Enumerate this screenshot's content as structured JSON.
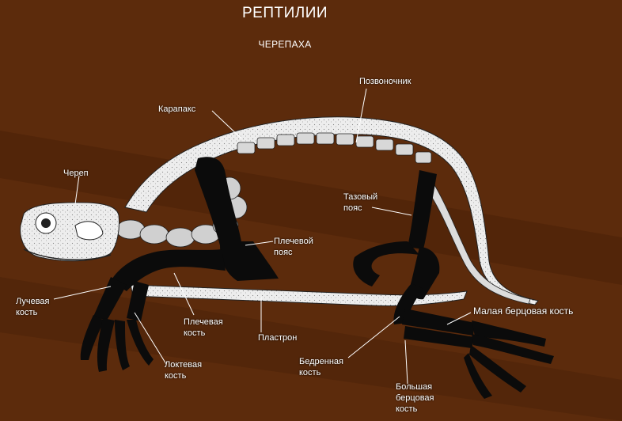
{
  "title": "РЕПТИЛИИ",
  "subtitle": "ЧЕРЕПАХА",
  "labels": {
    "spine": "Позвоночник",
    "carapace": "Карапакс",
    "skull": "Череп",
    "pelvic_girdle": "Тазовый\nпояс",
    "shoulder_girdle": "Плечевой\nпояс",
    "radius": "Лучевая\nкость",
    "humerus": "Плечевая\nкость",
    "plastron": "Пластрон",
    "ulna": "Локтевая\nкость",
    "femur": "Бедренная\nкость",
    "fibula": "Малая берцовая кость",
    "tibia": "Большая\nберцовая\nкость"
  },
  "colors": {
    "background": "#5a2a0c",
    "bone_dark": "#0a0a0a",
    "shell_light": "#ececec",
    "label": "#ffffff"
  }
}
